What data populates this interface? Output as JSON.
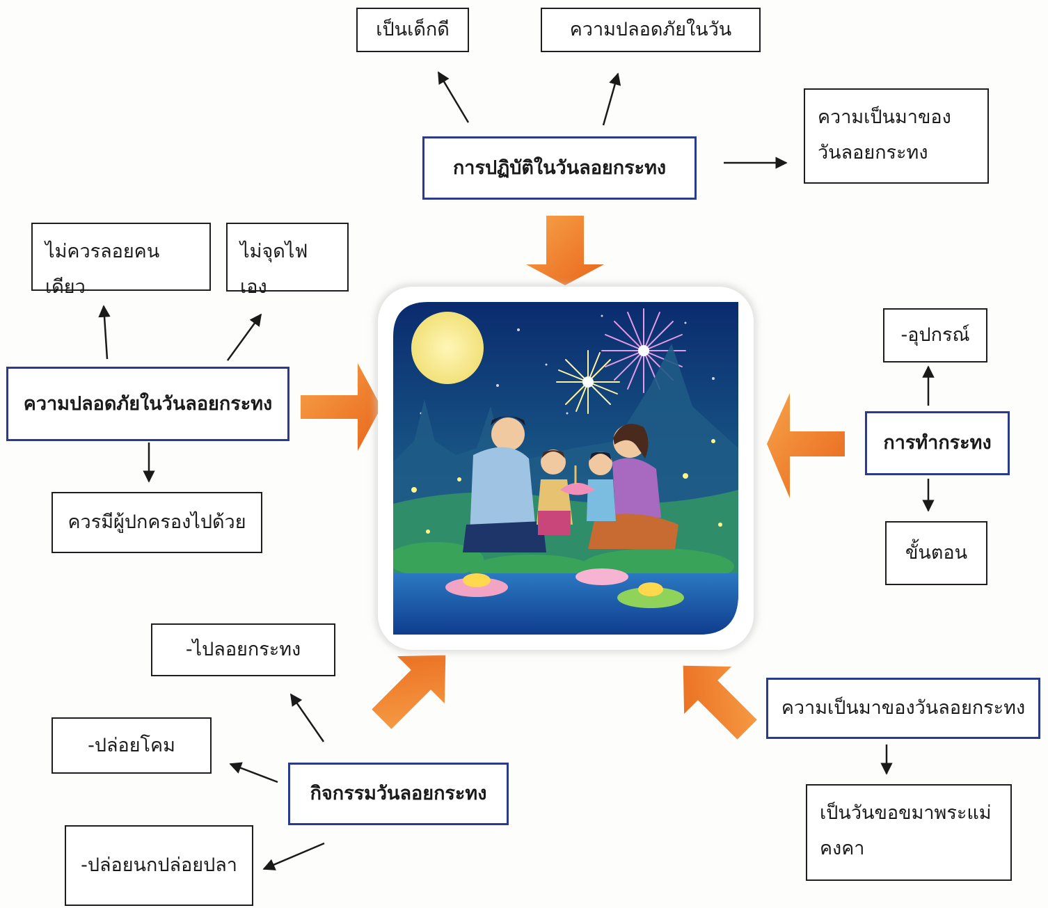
{
  "center_image": {
    "alt": "Illustration: Thai family floating krathong at night under the full moon and fireworks"
  },
  "topics": {
    "practice": {
      "title": "การปฏิบัติในวันลอยกระทง",
      "subs": [
        "เป็นเด็กดี",
        "ความปลอดภัยในวัน",
        "ความเป็นมาของวันลอยกระทง"
      ]
    },
    "safety": {
      "title": "ความปลอดภัยในวันลอยกระทง",
      "subs": [
        "ไม่ควรลอยคนเดียว",
        "ไม่จุดไฟเอง",
        "ควรมีผู้ปกครองไปด้วย"
      ]
    },
    "making": {
      "title": "การทำกระทง",
      "subs": [
        "-อุปกรณ์",
        "ขั้นตอน"
      ]
    },
    "activities": {
      "title": "กิจกรรมวันลอยกระทง",
      "subs": [
        "-ไปลอยกระทง",
        "-ปล่อยโคม",
        "-ปล่อยนกปล่อยปลา"
      ]
    },
    "history": {
      "title": "ความเป็นมาของวันลอยกระทง",
      "subs": [
        "เป็นวันขอขมาพระแม่คงคา"
      ]
    }
  },
  "colors": {
    "main_border": "#2a3b8f",
    "big_arrow": "#f07a22",
    "sky": "#0d3d86",
    "water": "#1b5fa8"
  }
}
